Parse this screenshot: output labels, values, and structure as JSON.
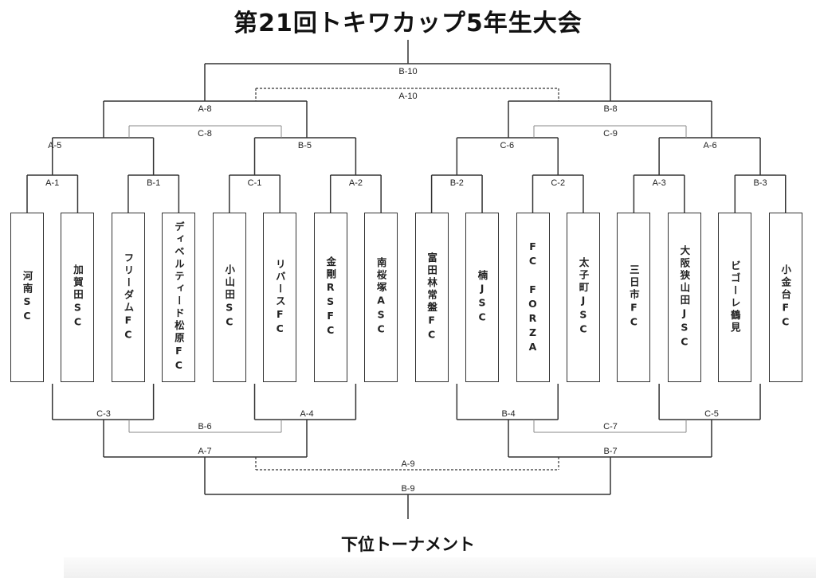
{
  "title": "第21回トキワカップ5年生大会",
  "subtitle": "下位トーナメント",
  "colors": {
    "line": "#333333",
    "consolation_line": "#888888",
    "dashed_line": "#333333",
    "background": "#ffffff"
  },
  "teams": [
    "河南SC",
    "加賀田SC",
    "フリーダムFC",
    "ディベルティード松原FC",
    "小山田SC",
    "リバースFC",
    "金剛RSFC",
    "南桜塚ASC",
    "富田林常盤FC",
    "楠JSC",
    "FC FORZA",
    "太子町JSC",
    "三日市FC",
    "大阪狭山田JSC",
    "ビゴーレ鶴見",
    "小金台FC"
  ],
  "upper_matches": {
    "round1": [
      "A-1",
      "B-1",
      "C-1",
      "A-2",
      "B-2",
      "C-2",
      "A-3",
      "B-3"
    ],
    "round2": [
      "A-5",
      "B-5",
      "C-6",
      "A-6"
    ],
    "round2_consolation": [
      "C-8",
      "C-9"
    ],
    "semifinal": [
      "A-8",
      "B-8"
    ],
    "final": "B-10",
    "third_place": "A-10"
  },
  "lower_matches": {
    "round1": [
      "C-3",
      "A-4",
      "B-4",
      "C-5"
    ],
    "round1_consolation": [
      "B-6",
      "C-7"
    ],
    "semifinal": [
      "A-7",
      "B-7"
    ],
    "final": "B-9",
    "third_place": "A-9"
  }
}
